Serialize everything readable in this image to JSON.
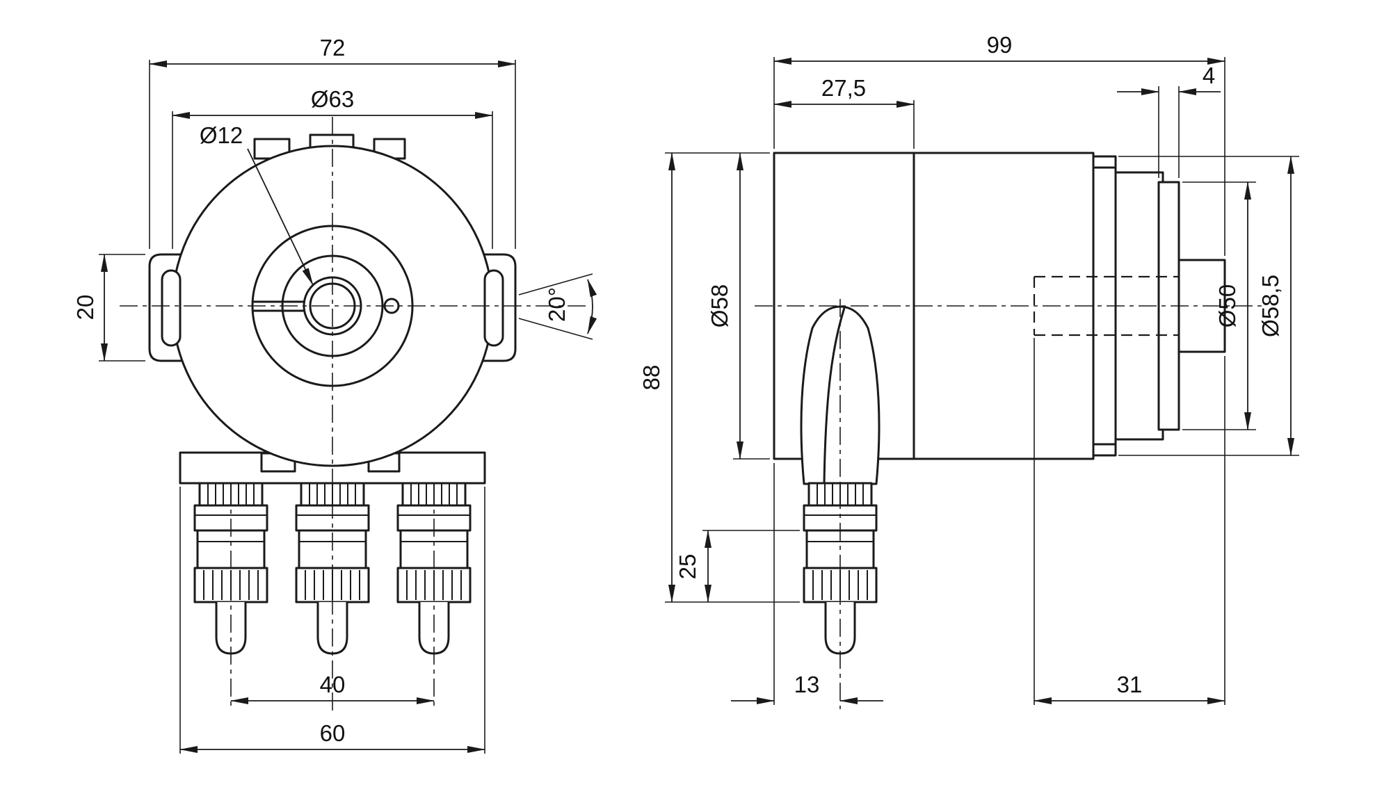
{
  "drawing": {
    "type": "technical-dimension-drawing",
    "subject": "rotary-encoder-with-cable-glands",
    "views": {
      "front": {
        "name": "front-view",
        "dims": {
          "overall_width": "72",
          "body_diameter": "Ø63",
          "shaft_diameter": "Ø12",
          "slot_length": "20",
          "slot_angle": "20°",
          "gland_spacing": "40",
          "base_width": "60"
        }
      },
      "side": {
        "name": "side-view",
        "dims": {
          "overall_length": "99",
          "front_section": "27,5",
          "clamp_ring": "4",
          "body_diameter": "Ø58",
          "overall_height": "88",
          "gland_section": "25",
          "cable_offset": "13",
          "shaft_depth": "31",
          "collar_diameter": "Ø50",
          "rear_diameter": "Ø58,5"
        }
      }
    },
    "colors": {
      "line": "#1a1a1a",
      "background": "#ffffff"
    }
  }
}
